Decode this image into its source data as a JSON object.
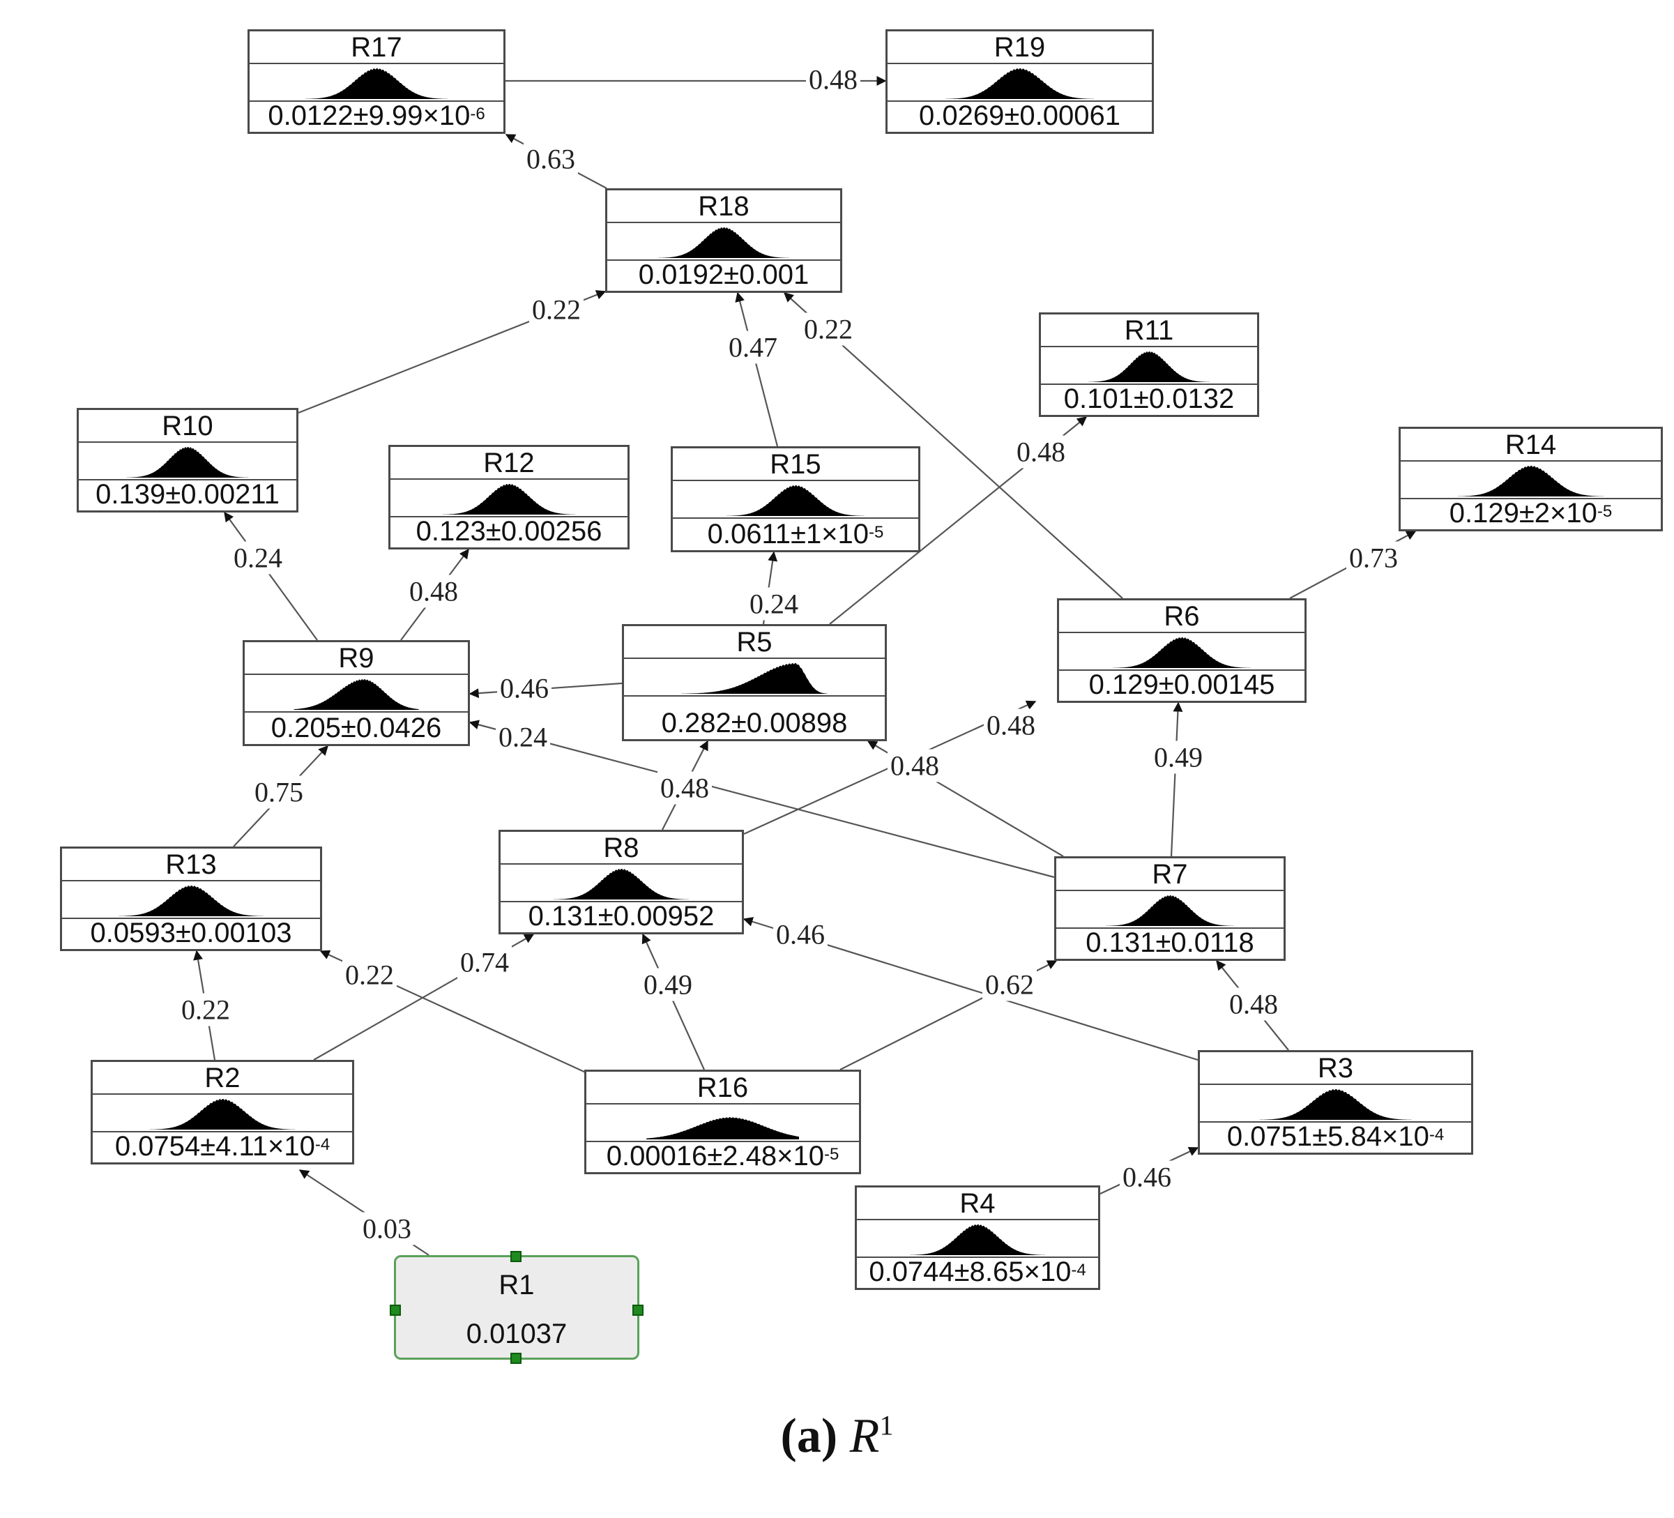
{
  "nodes": [
    {
      "id": "R17",
      "mean": "0.0122",
      "sd": "9.99×10",
      "exp": "-6",
      "shape": "normal"
    },
    {
      "id": "R19",
      "mean": "0.0269",
      "sd": "0.00061",
      "exp": "",
      "shape": "normal"
    },
    {
      "id": "R18",
      "mean": "0.0192",
      "sd": "0.001",
      "exp": "",
      "shape": "normal"
    },
    {
      "id": "R11",
      "mean": "0.101",
      "sd": "0.0132",
      "exp": "",
      "shape": "normal"
    },
    {
      "id": "R10",
      "mean": "0.139",
      "sd": "0.00211",
      "exp": "",
      "shape": "normal"
    },
    {
      "id": "R12",
      "mean": "0.123",
      "sd": "0.00256",
      "exp": "",
      "shape": "normal"
    },
    {
      "id": "R15",
      "mean": "0.0611",
      "sd": "1×10",
      "exp": "-5",
      "shape": "normal"
    },
    {
      "id": "R14",
      "mean": "0.129",
      "sd": "2×10",
      "exp": "-5",
      "shape": "normal"
    },
    {
      "id": "R9",
      "mean": "0.205",
      "sd": "0.0426",
      "exp": "",
      "shape": "right"
    },
    {
      "id": "R5",
      "mean": "0.282",
      "sd": "0.00898",
      "exp": "",
      "shape": "skew"
    },
    {
      "id": "R6",
      "mean": "0.129",
      "sd": "0.00145",
      "exp": "",
      "shape": "normal"
    },
    {
      "id": "R13",
      "mean": "0.0593",
      "sd": "0.00103",
      "exp": "",
      "shape": "normal"
    },
    {
      "id": "R8",
      "mean": "0.131",
      "sd": "0.00952",
      "exp": "",
      "shape": "normal"
    },
    {
      "id": "R7",
      "mean": "0.131",
      "sd": "0.0118",
      "exp": "",
      "shape": "normal"
    },
    {
      "id": "R2",
      "mean": "0.0754",
      "sd": "4.11×10",
      "exp": "-4",
      "shape": "normal"
    },
    {
      "id": "R16",
      "mean": "0.00016",
      "sd": "2.48×10",
      "exp": "-5",
      "shape": "wide"
    },
    {
      "id": "R3",
      "mean": "0.0751",
      "sd": "5.84×10",
      "exp": "-4",
      "shape": "normal"
    },
    {
      "id": "R4",
      "mean": "0.0744",
      "sd": "8.65×10",
      "exp": "-4",
      "shape": "normal"
    }
  ],
  "root": {
    "id": "R1",
    "value": "0.01037"
  },
  "edges": [
    {
      "from": "R17",
      "to": "R19",
      "label": "0.48"
    },
    {
      "from": "R18",
      "to": "R17",
      "label": "0.63"
    },
    {
      "from": "R10",
      "to": "R18",
      "label": "0.22"
    },
    {
      "from": "R15",
      "to": "R18",
      "label": "0.47"
    },
    {
      "from": "R6",
      "to": "R18",
      "label": "0.22"
    },
    {
      "from": "R5",
      "to": "R11",
      "label": "0.48"
    },
    {
      "from": "R6",
      "to": "R14",
      "label": "0.73"
    },
    {
      "from": "R9",
      "to": "R10",
      "label": "0.24"
    },
    {
      "from": "R9",
      "to": "R12",
      "label": "0.48"
    },
    {
      "from": "R5",
      "to": "R15",
      "label": "0.24"
    },
    {
      "from": "R5",
      "to": "R9",
      "label": "0.46"
    },
    {
      "from": "R7",
      "to": "R9",
      "label": "0.24"
    },
    {
      "from": "R13",
      "to": "R9",
      "label": "0.75"
    },
    {
      "from": "R8",
      "to": "R5",
      "label": "0.48"
    },
    {
      "from": "R7",
      "to": "R5",
      "label": "0.48"
    },
    {
      "from": "R8",
      "to": "R6",
      "label": "0.48"
    },
    {
      "from": "R7",
      "to": "R6",
      "label": "0.49"
    },
    {
      "from": "R2",
      "to": "R13",
      "label": "0.22"
    },
    {
      "from": "R16",
      "to": "R13",
      "label": "0.22"
    },
    {
      "from": "R2",
      "to": "R8",
      "label": "0.74"
    },
    {
      "from": "R16",
      "to": "R8",
      "label": "0.49"
    },
    {
      "from": "R3",
      "to": "R8",
      "label": "0.46"
    },
    {
      "from": "R16",
      "to": "R7",
      "label": "0.62"
    },
    {
      "from": "R3",
      "to": "R7",
      "label": "0.48"
    },
    {
      "from": "R4",
      "to": "R3",
      "label": "0.46"
    },
    {
      "from": "R1",
      "to": "R2",
      "label": "0.03"
    }
  ],
  "caption": {
    "letter": "(a)",
    "var": "R",
    "sup": "1"
  }
}
